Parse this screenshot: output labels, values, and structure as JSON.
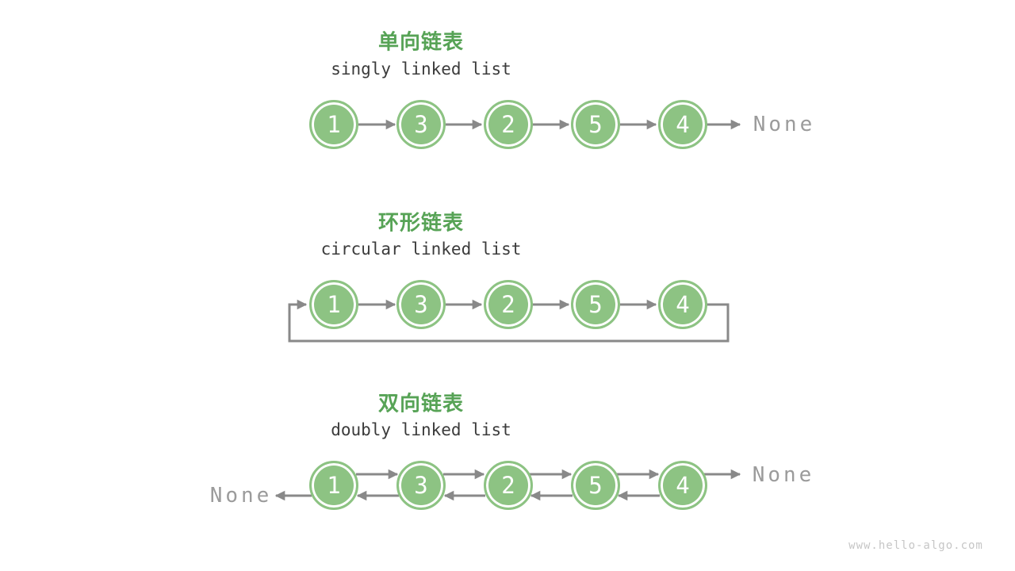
{
  "colors": {
    "node_green": "#8DC383",
    "title_green": "#57A356",
    "arrow_gray": "#898989",
    "none_gray": "#9B9B9B",
    "subtitle_dark": "#3B3B3B",
    "watermark_gray": "#C6C6C6"
  },
  "sections": [
    {
      "title": "单向链表",
      "subtitle": "singly linked list",
      "nodes": [
        "1",
        "3",
        "2",
        "5",
        "4"
      ],
      "tail_label": "None"
    },
    {
      "title": "环形链表",
      "subtitle": "circular linked list",
      "nodes": [
        "1",
        "3",
        "2",
        "5",
        "4"
      ]
    },
    {
      "title": "双向链表",
      "subtitle": "doubly linked list",
      "nodes": [
        "1",
        "3",
        "2",
        "5",
        "4"
      ],
      "head_label": "None",
      "tail_label": "None"
    }
  ],
  "watermark": "www.hello-algo.com"
}
